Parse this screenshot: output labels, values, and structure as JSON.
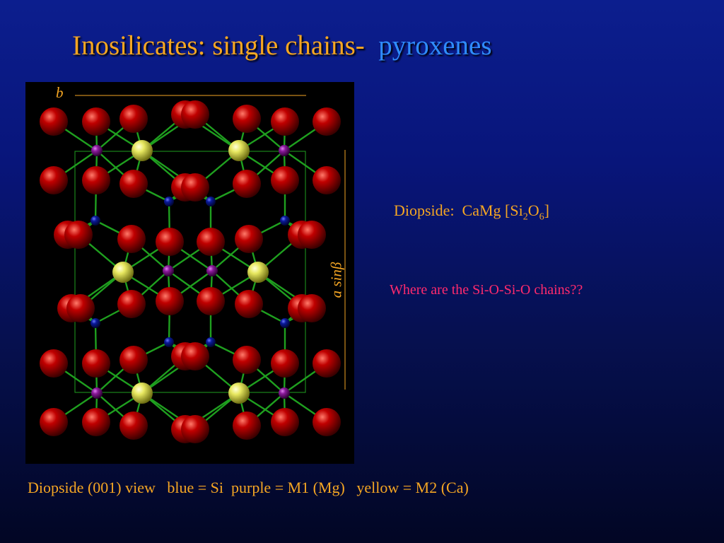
{
  "slide": {
    "title": {
      "main": "Inosilicates: single chains-",
      "highlight": "pyroxenes"
    },
    "figure": {
      "axis_b": "b",
      "axis_a": "a sinβ",
      "atom_colors": {
        "oxygen": "#c00000",
        "si": "#0a1a9a",
        "m1_mg": "#8a1a9a",
        "m2_ca": "#e8e860",
        "bonds": "#1fa01f"
      }
    },
    "formula": {
      "prefix": "Diopside:  CaMg [Si",
      "sub1": "2",
      "mid": "O",
      "sub2": "6",
      "suffix": "]"
    },
    "question": "Where are the Si-O-Si-O chains??",
    "caption": "Diopside (001) view   blue = Si  purple = M1 (Mg)   yellow = M2 (Ca)"
  }
}
